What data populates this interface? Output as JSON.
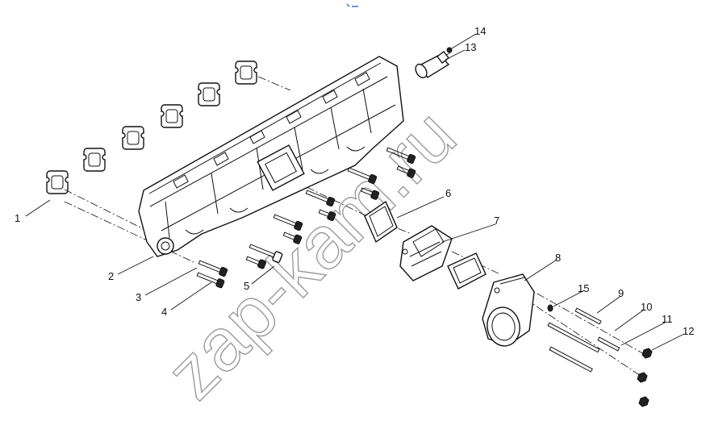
{
  "watermark": "zap-kam.ru",
  "accent_color": "#4a6ee0",
  "callouts": [
    {
      "label": "1"
    },
    {
      "label": "2"
    },
    {
      "label": "3"
    },
    {
      "label": "4"
    },
    {
      "label": "5"
    },
    {
      "label": "6"
    },
    {
      "label": "7"
    },
    {
      "label": "8"
    },
    {
      "label": "9"
    },
    {
      "label": "10"
    },
    {
      "label": "11"
    },
    {
      "label": "12"
    },
    {
      "label": "13"
    },
    {
      "label": "14"
    },
    {
      "label": "15"
    }
  ]
}
